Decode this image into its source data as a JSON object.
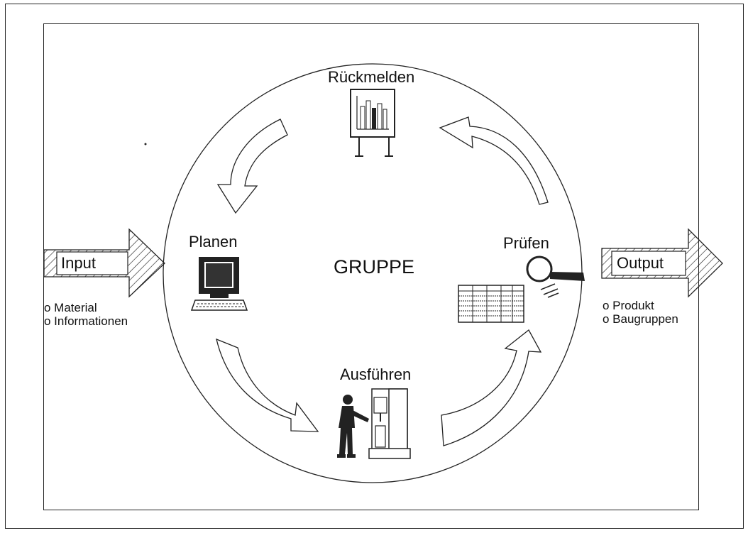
{
  "center_label": "GRUPPE",
  "stages": {
    "top": "Rückmelden",
    "left": "Planen",
    "bottom": "Ausführen",
    "right": "Prüfen"
  },
  "input": {
    "label": "Input",
    "items": [
      "o Material",
      "o Informationen"
    ]
  },
  "output": {
    "label": "Output",
    "items": [
      "o Produkt",
      "o Baugruppen"
    ]
  },
  "icons": {
    "top": "bar-chart-board-icon",
    "left": "computer-icon",
    "bottom": "worker-at-machine-icon",
    "right": "magnifier-spreadsheet-icon"
  }
}
